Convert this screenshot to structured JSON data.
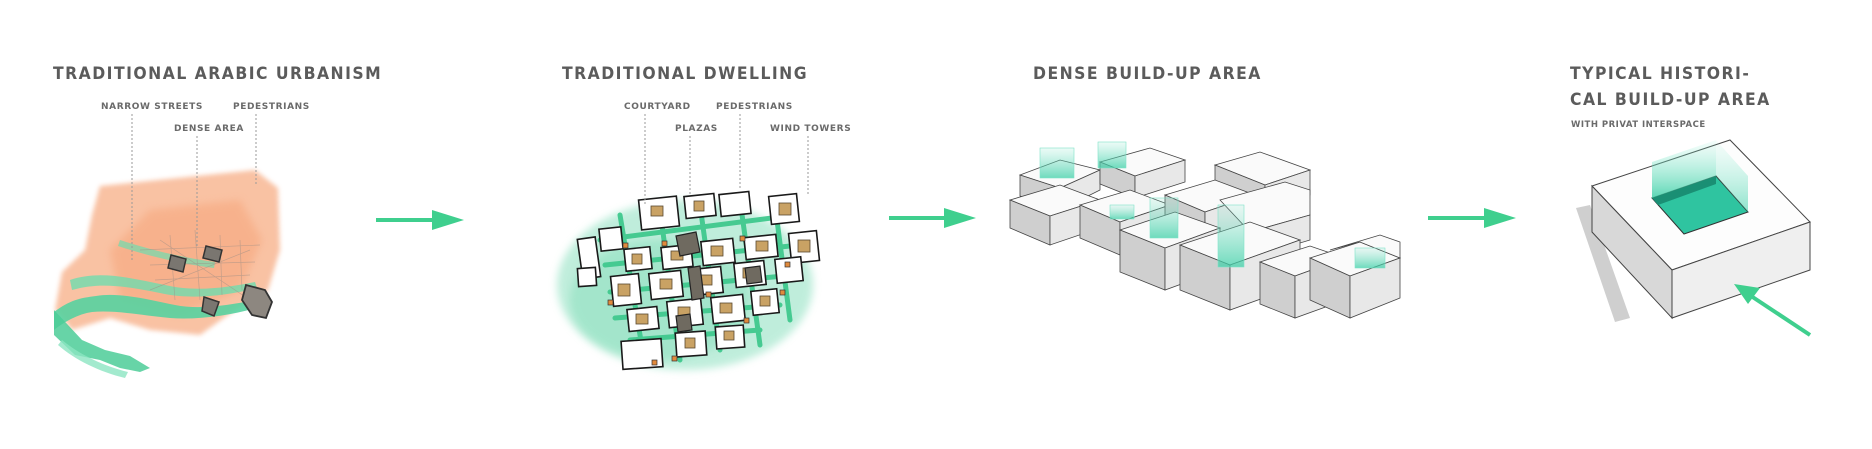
{
  "panels": [
    {
      "title": "TRADITIONAL ARABIC URBANISM",
      "labels": [
        "NARROW STREETS",
        "DENSE AREA",
        "PEDESTRIANS"
      ]
    },
    {
      "title": "TRADITIONAL DWELLING",
      "labels": [
        "COURTYARD",
        "PLAZAS",
        "PEDESTRIANS",
        "WIND TOWERS"
      ]
    },
    {
      "title": "DENSE BUILD-UP AREA"
    },
    {
      "title_line1": "TYPICAL HISTORI-",
      "title_line2": "CAL BUILD-UP AREA",
      "subtitle": "WITH PRIVAT INTERSPACE"
    }
  ],
  "colors": {
    "accent_green": "#3fcf8e",
    "mint_glass": "#7fe3c8",
    "peach": "#f8b894",
    "title_gray": "#5b5b5b",
    "building_dark": "#6f6a60",
    "courtyard_tan": "#c9a264"
  },
  "icons": [
    "arrow-right-icon",
    "arrow-right-icon",
    "arrow-right-icon",
    "entrance-arrow-icon"
  ]
}
